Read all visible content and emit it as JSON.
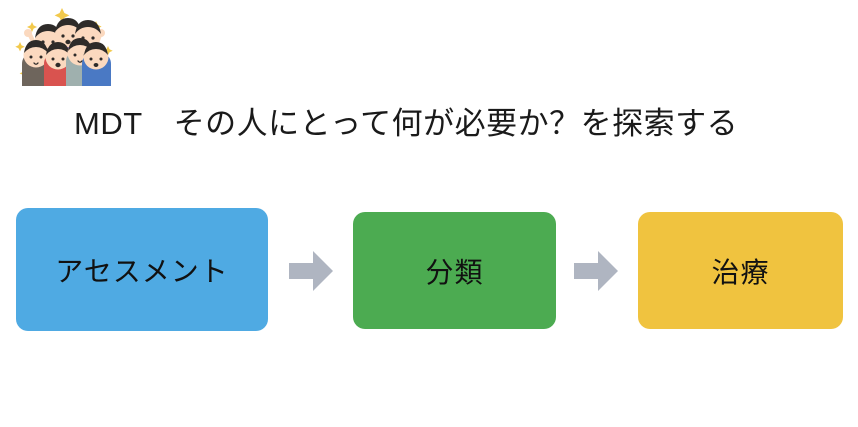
{
  "slide": {
    "title": "MDT　その人にとって何が必要か？を探索する",
    "background_color": "#FFFFFF",
    "illustration_name": "cheering-people-illustration",
    "illustration_alt": "たくさんの人が手を挙げて喜んでいるイラスト"
  },
  "flow": {
    "steps": [
      {
        "key": "assessment",
        "label": "アセスメント",
        "color": "#4FAAE3",
        "text_color": "#111111"
      },
      {
        "key": "classification",
        "label": "分類",
        "color": "#4CAB51",
        "text_color": "#111111"
      },
      {
        "key": "treatment",
        "label": "治療",
        "color": "#F0C33F",
        "text_color": "#111111"
      }
    ],
    "arrows": [
      {
        "key": "arrow-1",
        "icon": "right-arrow-icon",
        "color": "#AFB5C1"
      },
      {
        "key": "arrow-2",
        "icon": "right-arrow-icon",
        "color": "#AFB5C1"
      }
    ]
  },
  "colors": {
    "accent_blue": "#4FAAE3",
    "accent_green": "#4CAB51",
    "accent_yellow": "#F0C33F",
    "arrow_gray": "#AFB5C1",
    "text_dark": "#1A1A1A"
  }
}
